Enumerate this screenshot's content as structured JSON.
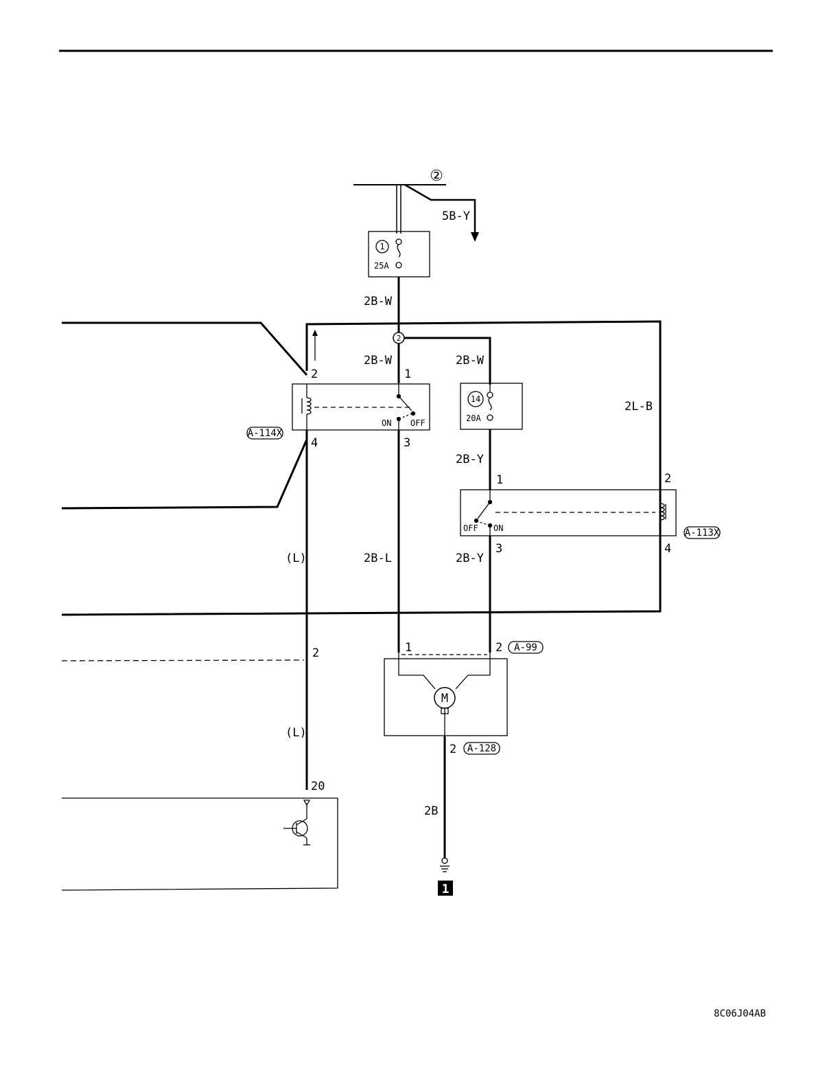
{
  "wires": {
    "supply_out": "5B-Y",
    "after_fuse1": "2B-W",
    "relay114_in": "2B-W",
    "branch_fuse14": "2B-W",
    "coil_feed": "2L-B",
    "fuse14_out": "2B-Y",
    "relay114_out": "2B-L",
    "relay113_out": "2B-Y",
    "signal_upper": "(L)",
    "signal_lower": "(L)",
    "ground": "2B"
  },
  "fuses": {
    "main": {
      "number": "1",
      "rating": "25A"
    },
    "branch": {
      "number": "14",
      "rating": "20A"
    }
  },
  "supply_ref": "②",
  "junction": "2",
  "relays": {
    "a114": {
      "connector": "A-114X",
      "pin_top_left": "2",
      "pin_top_right": "1",
      "pin_bottom_left": "4",
      "pin_bottom_right": "3",
      "on": "ON",
      "off": "OFF"
    },
    "a113": {
      "connector": "A-113X",
      "pin_top_left": "1",
      "pin_top_right": "2",
      "pin_bottom_left": "3",
      "pin_bottom_right": "4",
      "on": "ON",
      "off": "OFF"
    }
  },
  "motor": {
    "connector": "A-99",
    "pin1": "1",
    "pin2": "2",
    "symbol": "M",
    "ground_connector": "A-128",
    "ground_pin": "2"
  },
  "signal_pins": {
    "connector_pin": "2",
    "module_pin": "20"
  },
  "ground_point": "1",
  "figure_code": "8C06J04AB"
}
